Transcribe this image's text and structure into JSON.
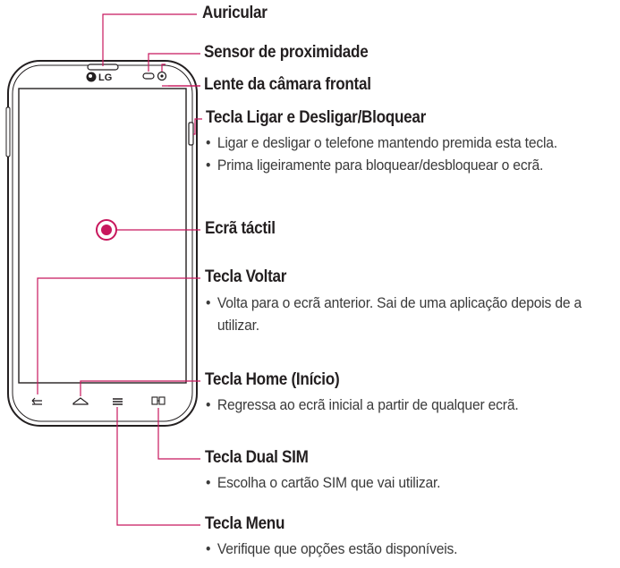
{
  "device": {
    "brand": "LG"
  },
  "callouts": [
    {
      "id": "auricular",
      "label": "Auricular",
      "description": []
    },
    {
      "id": "sensor",
      "label": "Sensor de proximidade",
      "description": []
    },
    {
      "id": "camera",
      "label": "Lente da câmara frontal",
      "description": []
    },
    {
      "id": "power",
      "label": "Tecla Ligar e Desligar/Bloquear",
      "description": [
        "Ligar e desligar o telefone mantendo premida esta tecla.",
        "Prima ligeiramente para bloquear/desbloquear o ecrã."
      ]
    },
    {
      "id": "touch",
      "label": "Ecrã táctil",
      "description": []
    },
    {
      "id": "back",
      "label": "Tecla Voltar",
      "description": [
        "Volta para o ecrã anterior. Sai de uma aplicação depois de a utilizar."
      ]
    },
    {
      "id": "home",
      "label": "Tecla Home (Início)",
      "description": [
        "Regressa ao ecrã inicial a partir de qualquer ecrã."
      ]
    },
    {
      "id": "dualsim",
      "label": "Tecla Dual SIM",
      "description": [
        "Escolha o cartão SIM que vai utilizar."
      ]
    },
    {
      "id": "menu",
      "label": "Tecla Menu",
      "description": [
        "Verifique que opções estão disponíveis."
      ]
    }
  ],
  "colors": {
    "accent": "#c8175d",
    "phone": "#231f20",
    "text": "#231f20",
    "body_text": "#3a3a3a"
  },
  "icons": [
    "back-key-icon",
    "home-key-icon",
    "menu-key-icon",
    "dual-sim-key-icon",
    "touch-target-icon"
  ]
}
